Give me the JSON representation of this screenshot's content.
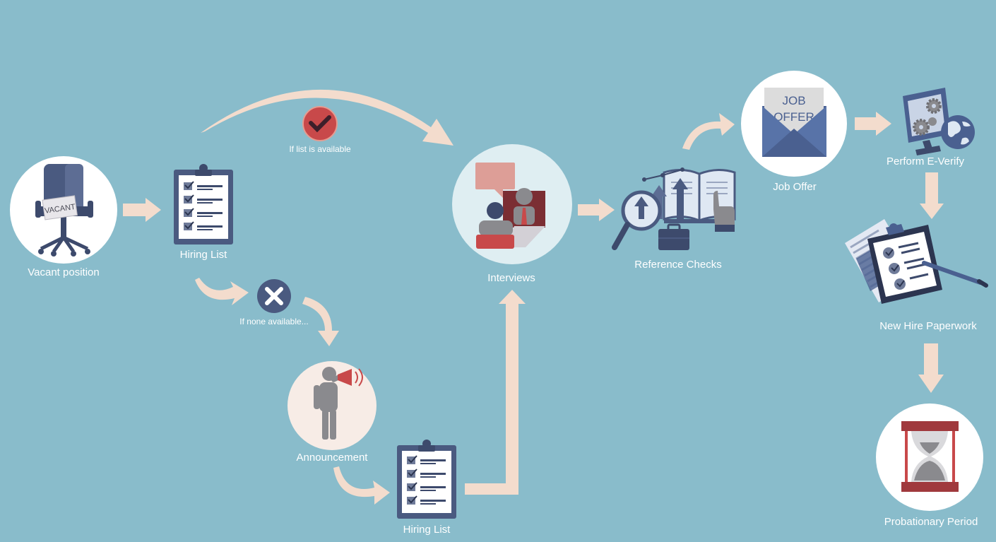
{
  "colors": {
    "background": "#89bccb",
    "arrow": "#f3dccd",
    "circle": "#ffffff",
    "navy": "#4a5a80",
    "red": "#c8494a",
    "label": "#ffffff"
  },
  "nodes": {
    "vacant": {
      "label": "Vacant position",
      "sign": "VACANT",
      "icon": "office-chair-icon"
    },
    "hiring_list_1": {
      "label": "Hiring List",
      "icon": "clipboard-checklist-icon"
    },
    "list_available": {
      "label": "If list is available",
      "icon": "checkmark-icon"
    },
    "none_available": {
      "label": "If none available...",
      "icon": "cross-icon"
    },
    "announcement": {
      "label": "Announcement",
      "icon": "megaphone-person-icon"
    },
    "hiring_list_2": {
      "label": "Hiring List",
      "icon": "clipboard-checklist-icon"
    },
    "interviews": {
      "label": "Interviews",
      "icon": "interview-icon"
    },
    "reference_checks": {
      "label": "Reference Checks",
      "icon": "magnifier-book-icon"
    },
    "job_offer": {
      "label": "Job Offer",
      "letter_line1": "JOB",
      "letter_line2": "OFFER",
      "icon": "envelope-icon"
    },
    "e_verify": {
      "label": "Perform E-Verify",
      "icon": "monitor-gears-globe-icon"
    },
    "paperwork": {
      "label": "New Hire Paperwork",
      "icon": "paperwork-icon"
    },
    "probation": {
      "label": "Probationary Period",
      "icon": "hourglass-icon"
    }
  }
}
